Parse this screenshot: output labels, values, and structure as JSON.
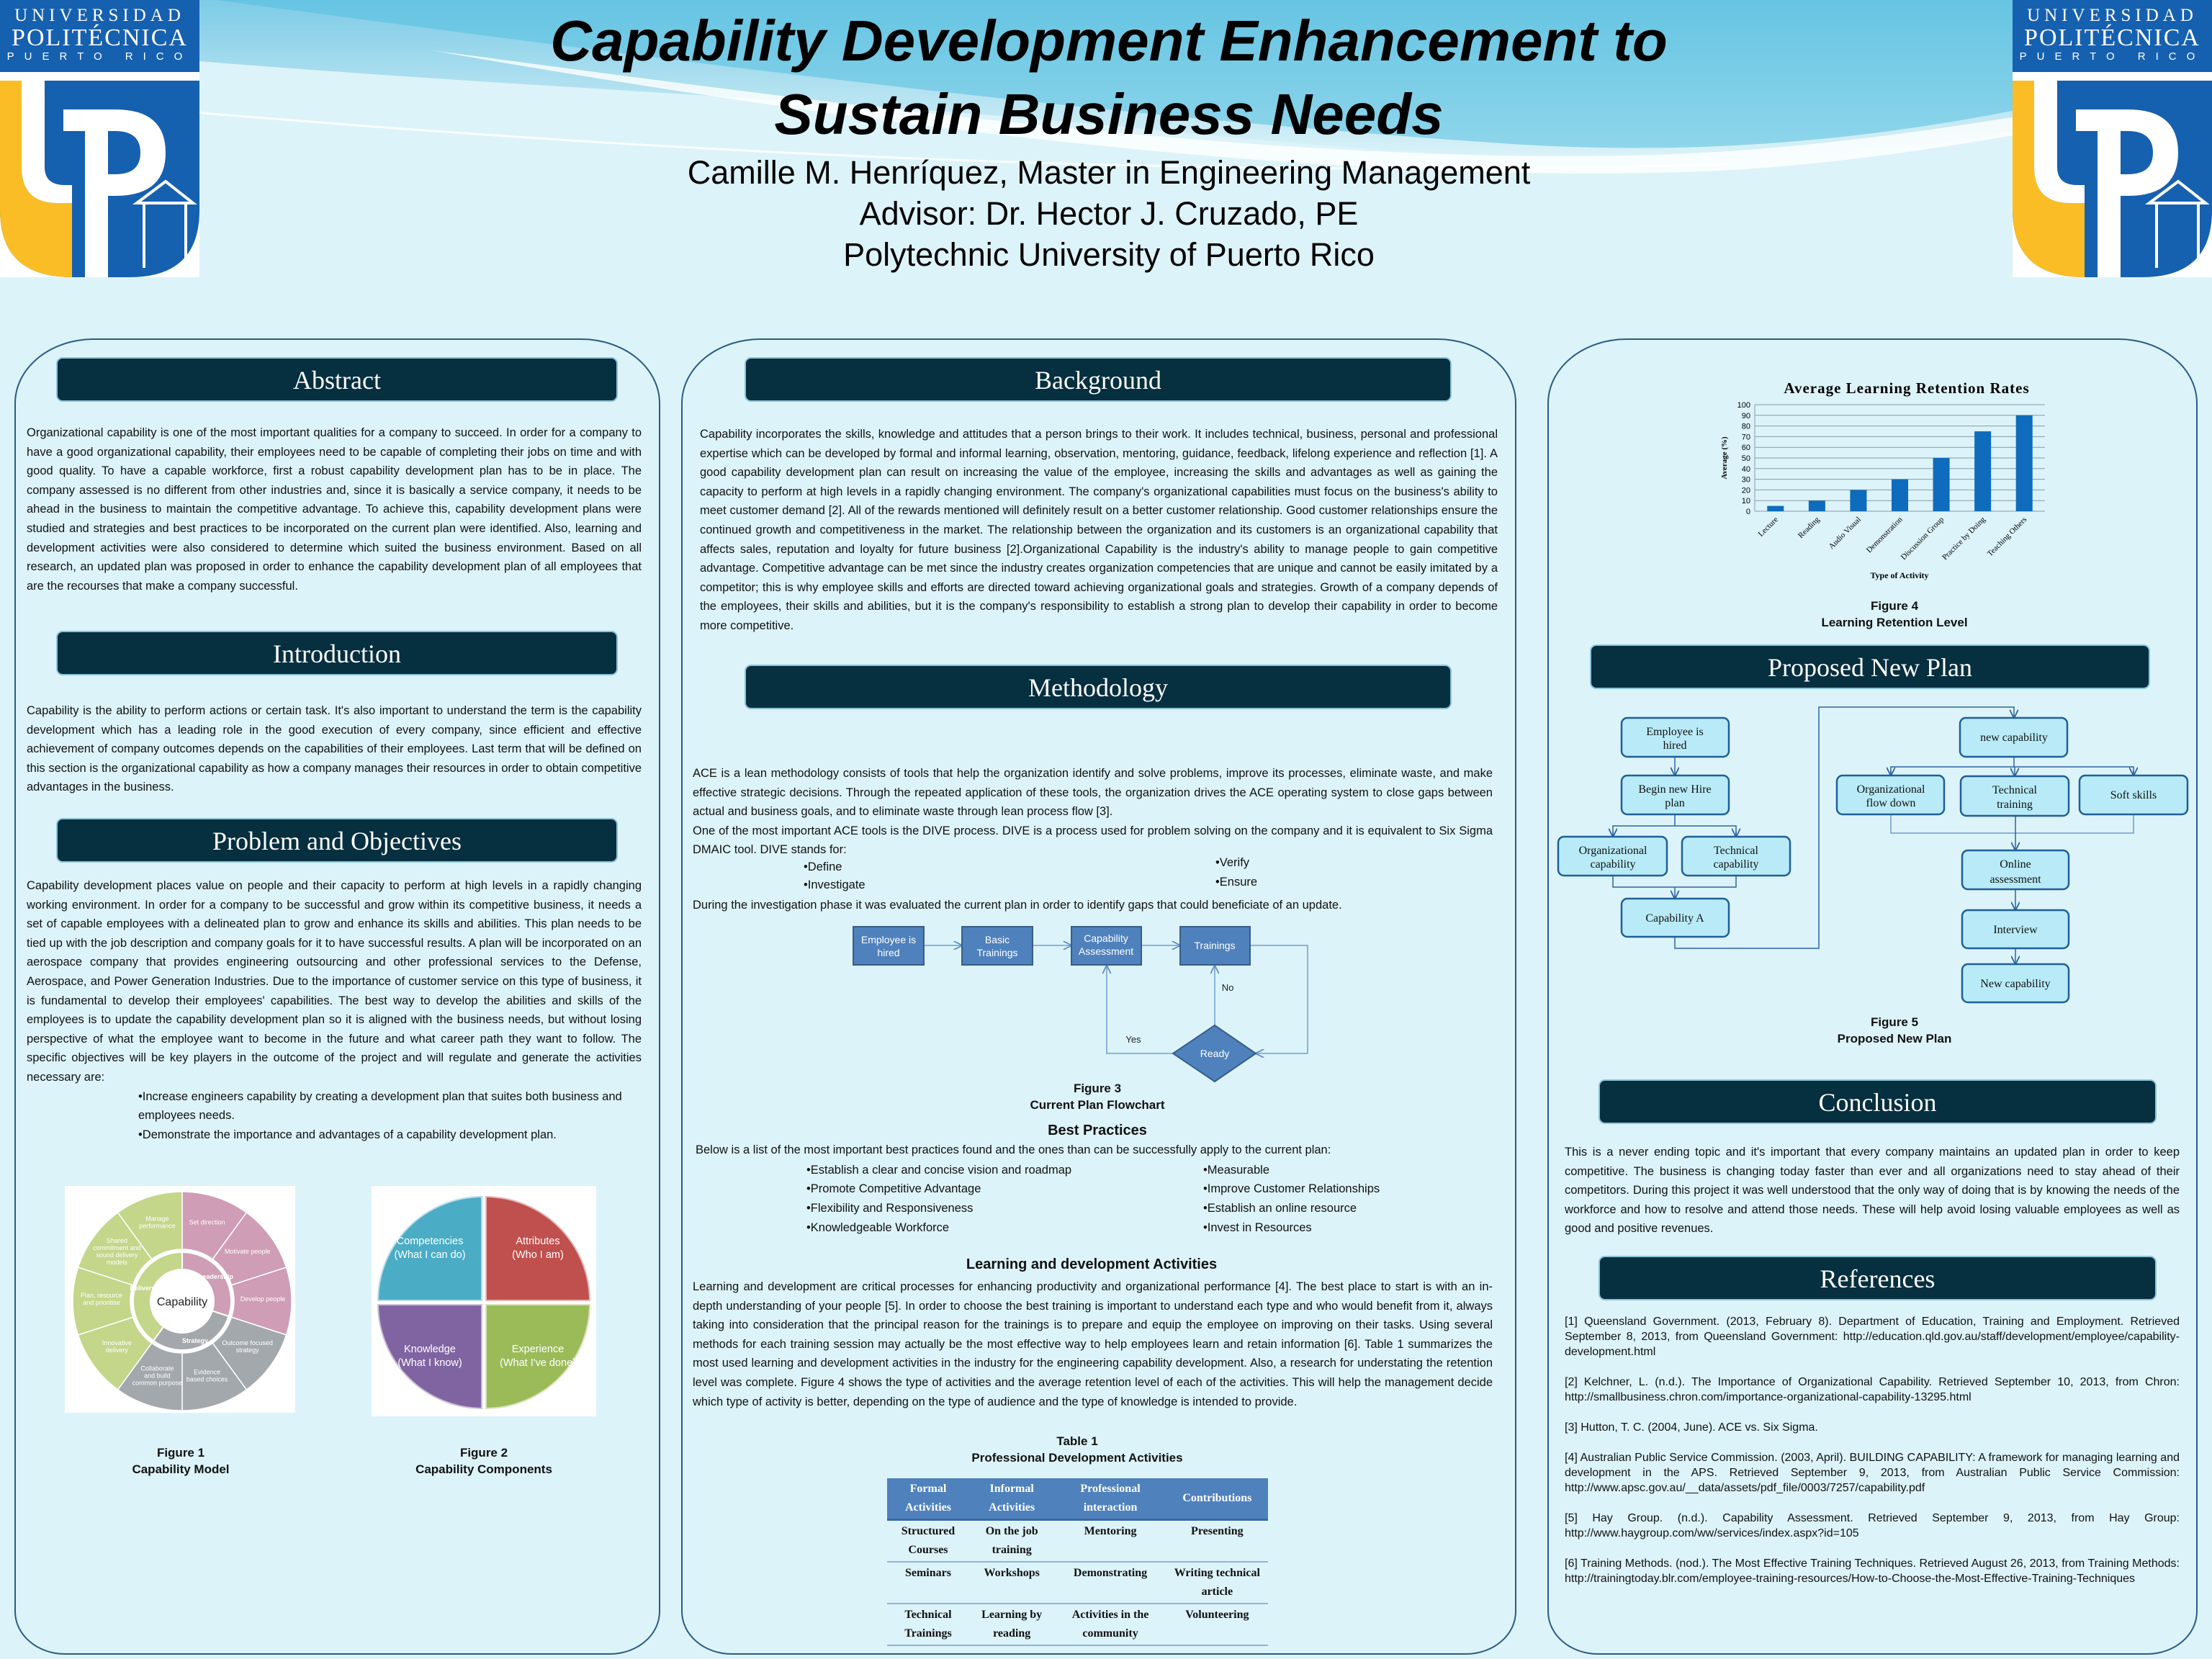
{
  "header": {
    "title_lines": [
      "Capability Development Enhancement to",
      "Sustain Business Needs"
    ],
    "author": "Camille M. Henríquez, Master in Engineering Management",
    "advisor": "Advisor: Dr. Hector J. Cruzado, PE",
    "institution": "Polytechnic University of Puerto Rico",
    "logo": {
      "line1": "UNIVERSIDAD",
      "line2": "POLITÉCNICA",
      "line3": "PUERTO RICO"
    }
  },
  "abstract": {
    "heading": "Abstract",
    "text": "Organizational capability is one of the most important qualities for a company to succeed. In order for a company to have a good organizational capability, their employees need to be capable of completing their jobs on time and with good quality. To have a capable workforce, first a robust capability development plan has to be in place. The company assessed is no different from other industries and, since it is basically a service company, it needs to be ahead in the business to maintain the competitive advantage. To achieve this, capability development plans were studied and strategies and best practices to be incorporated on the current plan were identified. Also, learning and development activities were also considered to determine which suited the business environment. Based on all research, an updated plan was proposed in order to enhance the capability development plan of all employees that are the recourses that make a company successful."
  },
  "introduction": {
    "heading": "Introduction",
    "text": "Capability is the ability to perform actions or certain task. It's also important to understand the term is the capability development which has a leading role in the good execution of every company, since efficient and effective achievement of company outcomes depends on the capabilities of their employees. Last term that will be defined on this section is the organizational capability as how a company manages their resources in order to obtain competitive advantages in the business."
  },
  "problem": {
    "heading": "Problem and Objectives",
    "text": "Capability development places value on people and their capacity to perform at high levels in a rapidly changing working environment. In order for a company to be successful and grow within its competitive business, it needs a set of capable employees with a delineated plan to grow and enhance its skills and abilities. This plan needs to be tied up with the job description and company goals for it to have successful results.  A plan will be incorporated on an aerospace company that provides engineering outsourcing and other professional services to the Defense, Aerospace, and Power Generation Industries. Due to the importance of customer service on this type of business, it is fundamental to develop their employees' capabilities. The best way to develop the abilities and skills of the employees is to update the capability development plan so it is aligned with the business needs, but without losing perspective of what the employee want to become in the future and what career path they want to follow. The specific objectives will be key players in the outcome of the project and will regulate and generate the activities necessary are:",
    "objectives": [
      "•Increase engineers capability by creating a development plan that suites both business and employees needs.",
      "•Demonstrate the importance and advantages of a capability development plan."
    ]
  },
  "figure1": {
    "caption_number": "Figure 1",
    "caption_title": "Capability Model",
    "center": "Capability",
    "rings": [
      "Leadership",
      "Strategy",
      "Delivery"
    ],
    "segments": [
      {
        "label": [
          "Set direction"
        ],
        "group": "leadership"
      },
      {
        "label": [
          "Motivate people"
        ],
        "group": "leadership"
      },
      {
        "label": [
          "Develop people"
        ],
        "group": "leadership"
      },
      {
        "label": [
          "Outcome focused",
          "strategy"
        ],
        "group": "strategy"
      },
      {
        "label": [
          "Evidence",
          "based choices"
        ],
        "group": "strategy"
      },
      {
        "label": [
          "Collaborate",
          "and build",
          "common purpose"
        ],
        "group": "strategy"
      },
      {
        "label": [
          "Innovative",
          "delivery"
        ],
        "group": "delivery"
      },
      {
        "label": [
          "Plan, resource",
          "and prioritise"
        ],
        "group": "delivery"
      },
      {
        "label": [
          "Shared",
          "commitment and",
          "sound delivery",
          "models"
        ],
        "group": "delivery"
      },
      {
        "label": [
          "Manage",
          "performance"
        ],
        "group": "delivery"
      }
    ],
    "colors": {
      "leadership": "#cf9db5",
      "strategy": "#a3a8ad",
      "delivery": "#c4d68a"
    }
  },
  "figure2": {
    "caption_number": "Figure 2",
    "caption_title": "Capability Components",
    "quadrants": [
      {
        "title": "Competencies",
        "sub": "(What I can do)",
        "color": "#4bacc6"
      },
      {
        "title": "Attributes",
        "sub": "(Who I am)",
        "color": "#c0504d"
      },
      {
        "title": "Knowledge",
        "sub": "(What I know)",
        "color": "#8064a2"
      },
      {
        "title": "Experience",
        "sub": "(What I've done)",
        "color": "#9bbb59"
      }
    ]
  },
  "background": {
    "heading": "Background",
    "text": "Capability incorporates the skills, knowledge and attitudes that a person brings to their work. It includes technical, business, personal and professional expertise which can be developed by formal and informal learning, observation, mentoring, guidance, feedback, lifelong experience and reflection [1]. A good capability development plan can result on increasing the value of the employee, increasing the skills and advantages as well as gaining the capacity to perform at high levels in a rapidly changing environment. The company's organizational capabilities must focus on the business's ability to meet customer demand [2]. All of the rewards mentioned will definitely result on a better customer relationship. Good customer relationships ensure the continued growth and competitiveness in the market. The relationship between the organization and its customers is an organizational capability that affects sales, reputation and loyalty for future business [2].Organizational Capability is the industry's ability to manage people to gain competitive advantage. Competitive advantage can be met since the industry creates organization competencies that are unique and cannot be easily imitated by a competitor; this is why employee skills and efforts are directed toward achieving organizational goals and strategies. Growth of a company depends of the employees, their skills and abilities, but it is the company's responsibility to establish a strong plan to develop their capability in order to become more competitive."
  },
  "methodology": {
    "heading": "Methodology",
    "ace": "ACE is a lean methodology consists of tools that help the organization identify and solve problems, improve its processes, eliminate waste, and make effective strategic decisions. Through the repeated application of these tools, the organization drives the ACE operating system to close gaps between actual and business goals, and to eliminate waste through lean process flow [3].",
    "dive": "One of the most important ACE tools is the DIVE process. DIVE is a process used for problem solving on the company and it is equivalent to Six Sigma DMAIC tool. DIVE stands for:",
    "dive_steps": [
      "•Define",
      "•Investigate",
      "•Verify",
      "•Ensure"
    ],
    "investigation": "During the investigation phase it was evaluated the current plan in order to identify gaps that could beneficiate of an update.",
    "figure3": {
      "caption_number": "Figure 3",
      "caption_title": "Current Plan Flowchart",
      "nodes": [
        [
          "Employee is",
          "hired"
        ],
        [
          "Basic",
          "Trainings"
        ],
        [
          "Capability",
          "Assessment"
        ],
        [
          "Trainings"
        ],
        [
          "Ready"
        ]
      ],
      "yes": "Yes",
      "no": "No"
    },
    "best_practices": {
      "heading": "Best Practices",
      "intro": "Below is a list of the most important best practices found and the ones than can be successfully apply to the current plan:",
      "left": [
        "•Establish a clear and concise vision and roadmap",
        "•Promote Competitive Advantage",
        "•Flexibility and Responsiveness",
        "•Knowledgeable Workforce"
      ],
      "right": [
        "•Measurable",
        "•Improve Customer Relationships",
        "•Establish an online resource",
        "•Invest in Resources"
      ]
    },
    "learning": {
      "heading": "Learning and development Activities",
      "text": "Learning and development are critical processes for enhancing productivity and organizational performance [4]. The best place to start is with an in-depth understanding of your people [5]. In order to choose the best training is important to understand each type and who would benefit from it, always taking into consideration that the principal reason for the trainings is to prepare and equip the employee on improving on their tasks. Using several methods for each training session may actually be the most effective way to help employees learn and retain information [6]. Table 1 summarizes the most used learning and development activities in the industry for the engineering capability development. Also, a research for understating the retention level was complete. Figure 4 shows the type of activities and the average retention level of each of the activities. This will help the management decide which type of activity is better, depending on the type of audience and the type of knowledge is intended to provide."
    },
    "table1": {
      "caption_number": "Table 1",
      "caption_title": "Professional Development Activities",
      "headers": [
        "Formal Activities",
        "Informal Activities",
        "Professional interaction",
        "Contributions"
      ],
      "rows": [
        [
          "Structured Courses",
          "On the job training",
          "Mentoring",
          "Presenting"
        ],
        [
          "Seminars",
          "Workshops",
          "Demonstrating",
          "Writing technical article"
        ],
        [
          "Technical Trainings",
          "Learning by reading",
          "Activities in the community",
          "Volunteering"
        ]
      ]
    }
  },
  "chart_data": {
    "type": "bar",
    "title": "Average Learning Retention Rates",
    "xlabel": "Type of Activity",
    "ylabel": "Average (%)",
    "categories": [
      "Lecture",
      "Reading",
      "Audio Visual",
      "Demonstration",
      "Discussion Group",
      "Practice by Doing",
      "Teaching Others"
    ],
    "values": [
      5,
      10,
      20,
      30,
      50,
      75,
      90
    ],
    "ylim": [
      0,
      100
    ],
    "yticks": [
      0,
      10,
      20,
      30,
      40,
      50,
      60,
      70,
      80,
      90,
      100
    ],
    "grid": true,
    "bar_color": "#0f6cbd",
    "caption_number": "Figure 4",
    "caption_title": "Learning Retention Level"
  },
  "proposed": {
    "heading": "Proposed New Plan",
    "nodes": {
      "hired": [
        "Employee is",
        "hired"
      ],
      "begin": [
        "Begin new Hire",
        "plan"
      ],
      "org_cap": [
        "Organizational",
        "capability"
      ],
      "tech_cap": [
        "Technical",
        "capability"
      ],
      "cap_a": [
        "Capability A"
      ],
      "new_cap": [
        "new capability"
      ],
      "org_flow": [
        "Organizational",
        "flow down"
      ],
      "tech_train": [
        "Technical",
        "training"
      ],
      "soft": [
        "Soft skills"
      ],
      "online": [
        "Online",
        "assessment"
      ],
      "interview": [
        "Interview"
      ],
      "new_cap2": [
        "New capability"
      ]
    },
    "caption_number": "Figure 5",
    "caption_title": "Proposed  New Plan"
  },
  "conclusion": {
    "heading": "Conclusion",
    "text": "This is a never ending topic and it's important that every company maintains an updated plan in order to keep competitive. The business is changing today faster than ever and all organizations need to stay ahead of their competitors. During this project it was well understood that the only way of doing that is by knowing the needs of the workforce and how to resolve and attend those needs. These will help avoid losing valuable employees as well as good and positive revenues."
  },
  "references": {
    "heading": "References",
    "items": [
      "[1] Queensland Government. (2013, February 8). Department of Education, Training and Employment. Retrieved September 8, 2013, from Queensland Government: http://education.qld.gov.au/staff/development/employee/capability-development.html",
      "[2] Kelchner, L. (n.d.). The Importance of Organizational Capability. Retrieved September 10, 2013, from Chron: http://smallbusiness.chron.com/importance-organizational-capability-13295.html",
      "[3] Hutton, T. C. (2004, June). ACE vs. Six Sigma.",
      "[4] Australian Public Service Commission. (2003, April). BUILDING CAPABILITY: A framework for managing learning and development in the APS. Retrieved September 9, 2013, from Australian Public Service Commission: http://www.apsc.gov.au/__data/assets/pdf_file/0003/7257/capability.pdf",
      "[5] Hay Group. (n.d.). Capability Assessment. Retrieved September 9, 2013, from Hay Group: http://www.haygroup.com/ww/services/index.aspx?id=105",
      "[6] Training Methods. (nod.). The Most Effective Training Techniques. Retrieved August 26, 2013, from Training Methods: http://trainingtoday.blr.com/employee-training-resources/How-to-Choose-the-Most-Effective-Training-Techniques"
    ]
  }
}
